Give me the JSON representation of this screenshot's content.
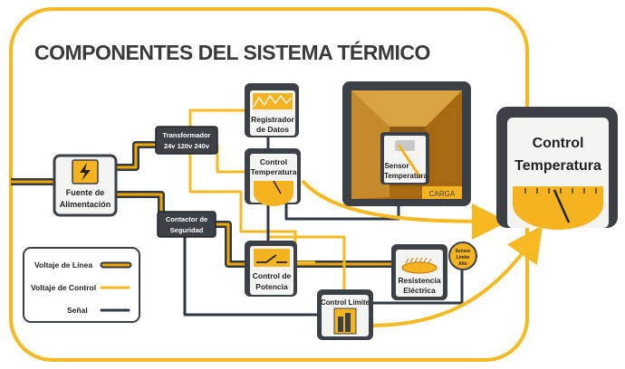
{
  "title": "COMPONENTES DEL SISTEMA TÉRMICO",
  "colors": {
    "frame": "#f5b921",
    "line_voltage": "#f0a800",
    "control_voltage": "#f5b921",
    "signal": "#2f3a45",
    "box_dark": "#3b4147",
    "box_light": "#f4f4f2",
    "accent": "#f5b320"
  },
  "nodes": {
    "power_source": {
      "line1": "Fuente de",
      "line2": "Alimentación",
      "icon": "high-voltage-icon"
    },
    "transformer": {
      "line1": "Transformador",
      "line2": "24v 120v 240v"
    },
    "safety_contactor": {
      "line1": "Contactor de",
      "line2": "Seguridad"
    },
    "data_logger": {
      "line1": "Registrador",
      "line2": "de Datos",
      "icon": "chart-icon"
    },
    "temp_control_small": {
      "line1": "Control",
      "line2": "Temperatura",
      "icon": "gauge-icon"
    },
    "power_control": {
      "line1": "Control de",
      "line2": "Potencia",
      "icon": "switch-icon"
    },
    "limit_control": {
      "label": "Control Límite",
      "icon": "bar-meter-icon"
    },
    "electric_heater": {
      "line1": "Resistencia",
      "line2": "Eléctrica",
      "icon": "heater-coil-icon"
    },
    "oven": {
      "sensor_line1": "Sensor",
      "sensor_line2": "Temperatura",
      "load_label": "CARGA"
    },
    "high_limit_sensor": {
      "line1": "Sensor",
      "line2": "Límite",
      "line3": "Alto"
    },
    "temp_control_large": {
      "line1": "Control",
      "line2": "Temperatura",
      "icon": "gauge-icon"
    }
  },
  "legend": [
    {
      "label": "Voltaje de Línea",
      "type": "line_voltage"
    },
    {
      "label": "Voltaje de Control",
      "type": "control_voltage"
    },
    {
      "label": "Señal",
      "type": "signal"
    }
  ]
}
